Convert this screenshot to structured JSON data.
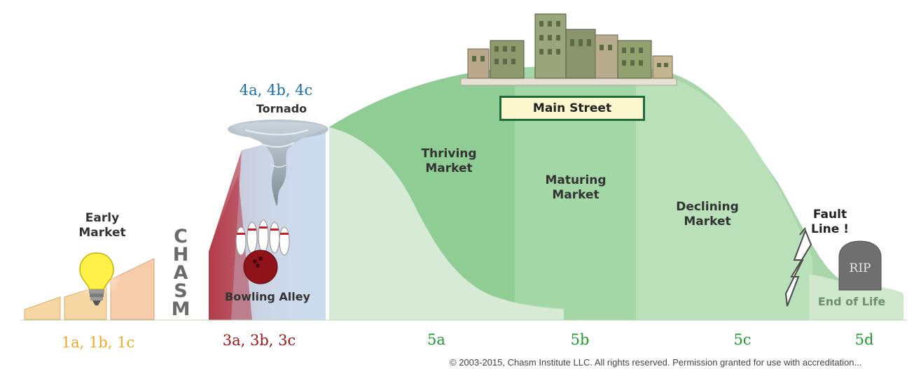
{
  "colors": {
    "early": "#f5a623",
    "bowling": "#a0161b",
    "tornado": "#1a6fae",
    "mainstreet": "#1f9a2a",
    "green_dark": "#7cc48a",
    "green_light": "#c9e6c8",
    "chasm": "#6b6b6b"
  },
  "labels": {
    "early_market": "Early\nMarket",
    "chasm_letters": [
      "C",
      "H",
      "A",
      "S",
      "M"
    ],
    "tornado": "Tornado",
    "bowling_alley": "Bowling Alley",
    "main_street": "Main Street",
    "thriving": "Thriving\nMarket",
    "maturing": "Maturing\nMarket",
    "declining": "Declining\nMarket",
    "fault_line": "Fault\nLine !",
    "rip": "RIP",
    "end_of_life": "End of Life"
  },
  "codes": {
    "early": "1a, 1b, 1c",
    "bowling": "3a, 3b, 3c",
    "tornado": "4a, 4b, 4c",
    "c5a": "5a",
    "c5b": "5b",
    "c5c": "5c",
    "c5d": "5d"
  },
  "copyright": "© 2003-2015, Chasm Institute LLC. All rights reserved. Permission granted for use with accreditation..."
}
